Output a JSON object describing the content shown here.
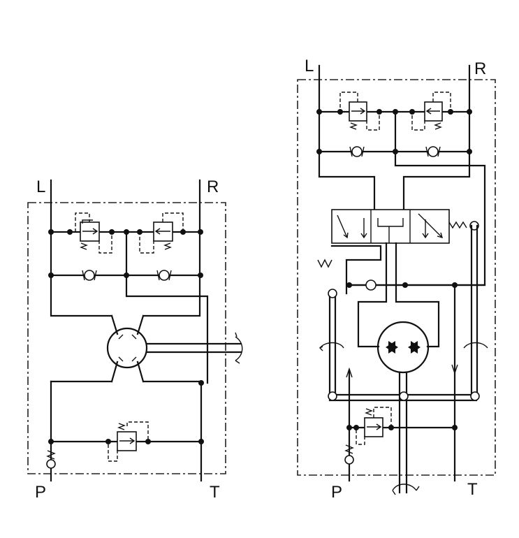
{
  "left_circuit": {
    "ports": {
      "top_left": "L",
      "top_right": "R",
      "bottom_left": "P",
      "bottom_right": "T"
    }
  },
  "right_circuit": {
    "ports": {
      "top_left": "L",
      "top_right": "R",
      "bottom_left": "P",
      "bottom_right": "T"
    }
  }
}
